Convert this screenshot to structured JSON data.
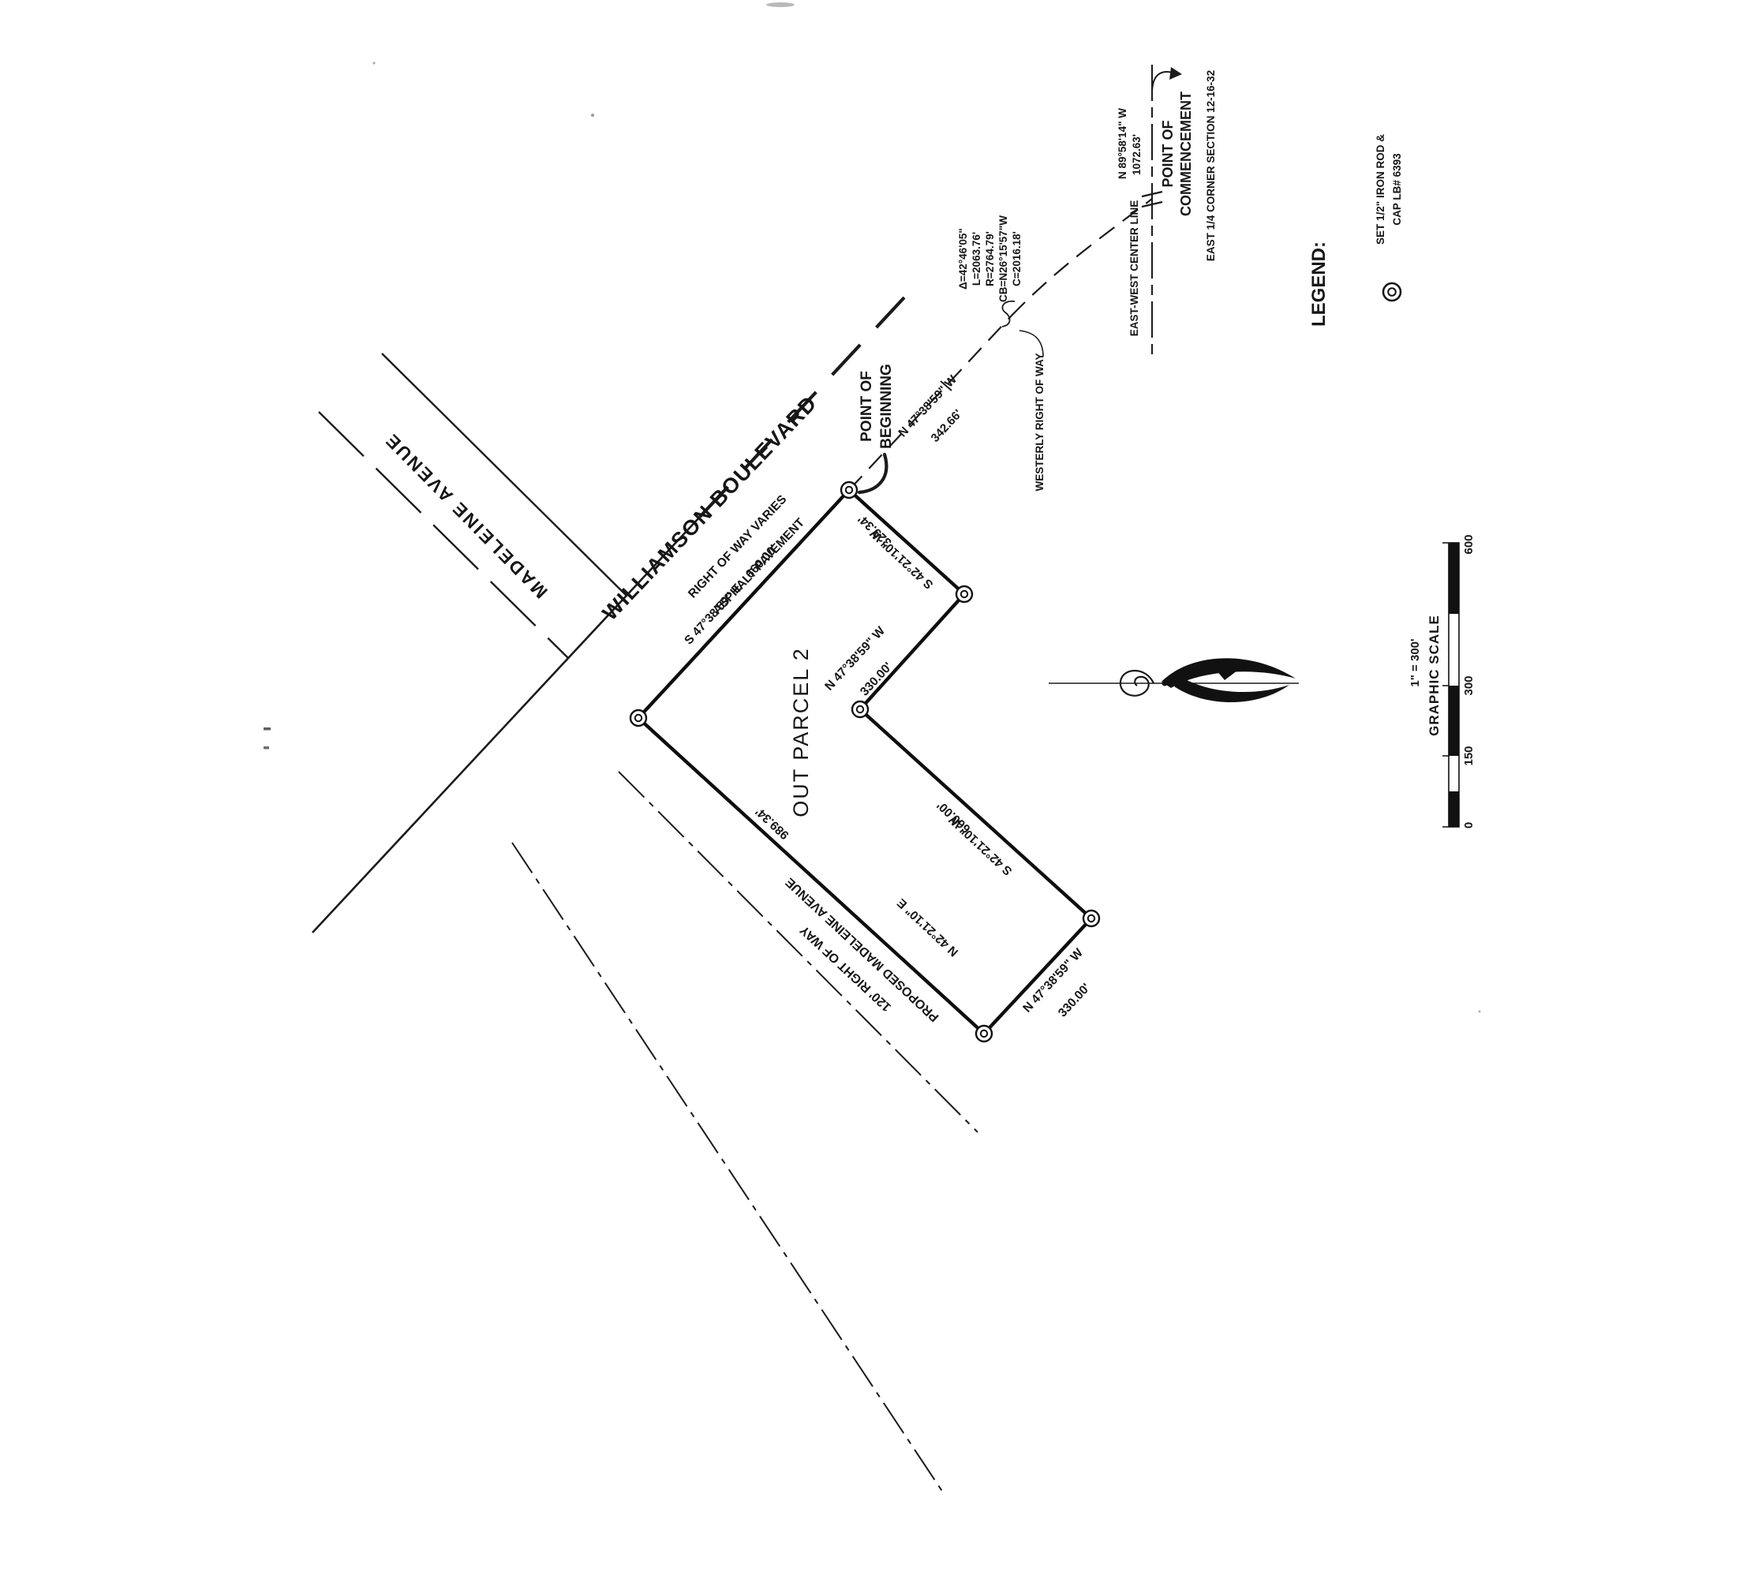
{
  "drawing": {
    "streets": {
      "madeleine_avenue": "MADELEINE AVENUE",
      "williamson_boulevard": "WILLIAMSON BOULEVARD",
      "right_of_way_varies": "RIGHT OF WAY VARIES",
      "asphalt_pavement": "ASPHALT PAVEMENT",
      "proposed_madeleine_avenue": "PROPOSED MADELEINE AVENUE",
      "proposed_row_width": "120' RIGHT OF WAY",
      "westerly_right_of_way": "WESTERLY RIGHT OF WAY",
      "east_west_center_line": "EAST-WEST CENTER LINE"
    },
    "parcel": {
      "name": "OUT PARCEL 2",
      "boundaries": [
        {
          "bearing": "S 47°38'59\" E",
          "distance": "660.00'"
        },
        {
          "bearing": "S 42°21'10\" W",
          "distance": "329.34'"
        },
        {
          "bearing": "N 47°38'59\" W",
          "distance": "330.00'"
        },
        {
          "bearing": "S 42°21'10\" W",
          "distance": "660.00'"
        },
        {
          "bearing": "N 47°38'59\" W",
          "distance": "330.00'"
        },
        {
          "bearing": "N 42°21'10\" E",
          "distance": "989.34'"
        }
      ]
    },
    "points": {
      "pob_line1": "POINT OF",
      "pob_line2": "BEGINNING",
      "poc_line1": "POINT OF",
      "poc_line2": "COMMENCEMENT",
      "east_quarter_corner": "EAST 1/4 CORNER SECTION 12-16-32"
    },
    "ties": {
      "pob_tie_bearing": "N 47°38'59\" W",
      "pob_tie_distance": "342.66'",
      "poc_tie_bearing": "N 89°58'14\" W",
      "poc_tie_distance": "1072.63'"
    },
    "curve": {
      "delta": "Δ=42°46'05\"",
      "arc_length": "L=2063.76'",
      "radius": "R=2764.79'",
      "chord_bearing": "CB=N26°15'57\"W",
      "chord": "C=2016.18'"
    },
    "legend": {
      "title": "LEGEND:",
      "item_line1": "SET 1/2\" IRON ROD &",
      "item_line2": "CAP LB# 6393"
    },
    "scale": {
      "title": "GRAPHIC SCALE",
      "ratio": "1\" = 300'",
      "ticks": [
        "0",
        "150",
        "300",
        "600"
      ]
    }
  }
}
